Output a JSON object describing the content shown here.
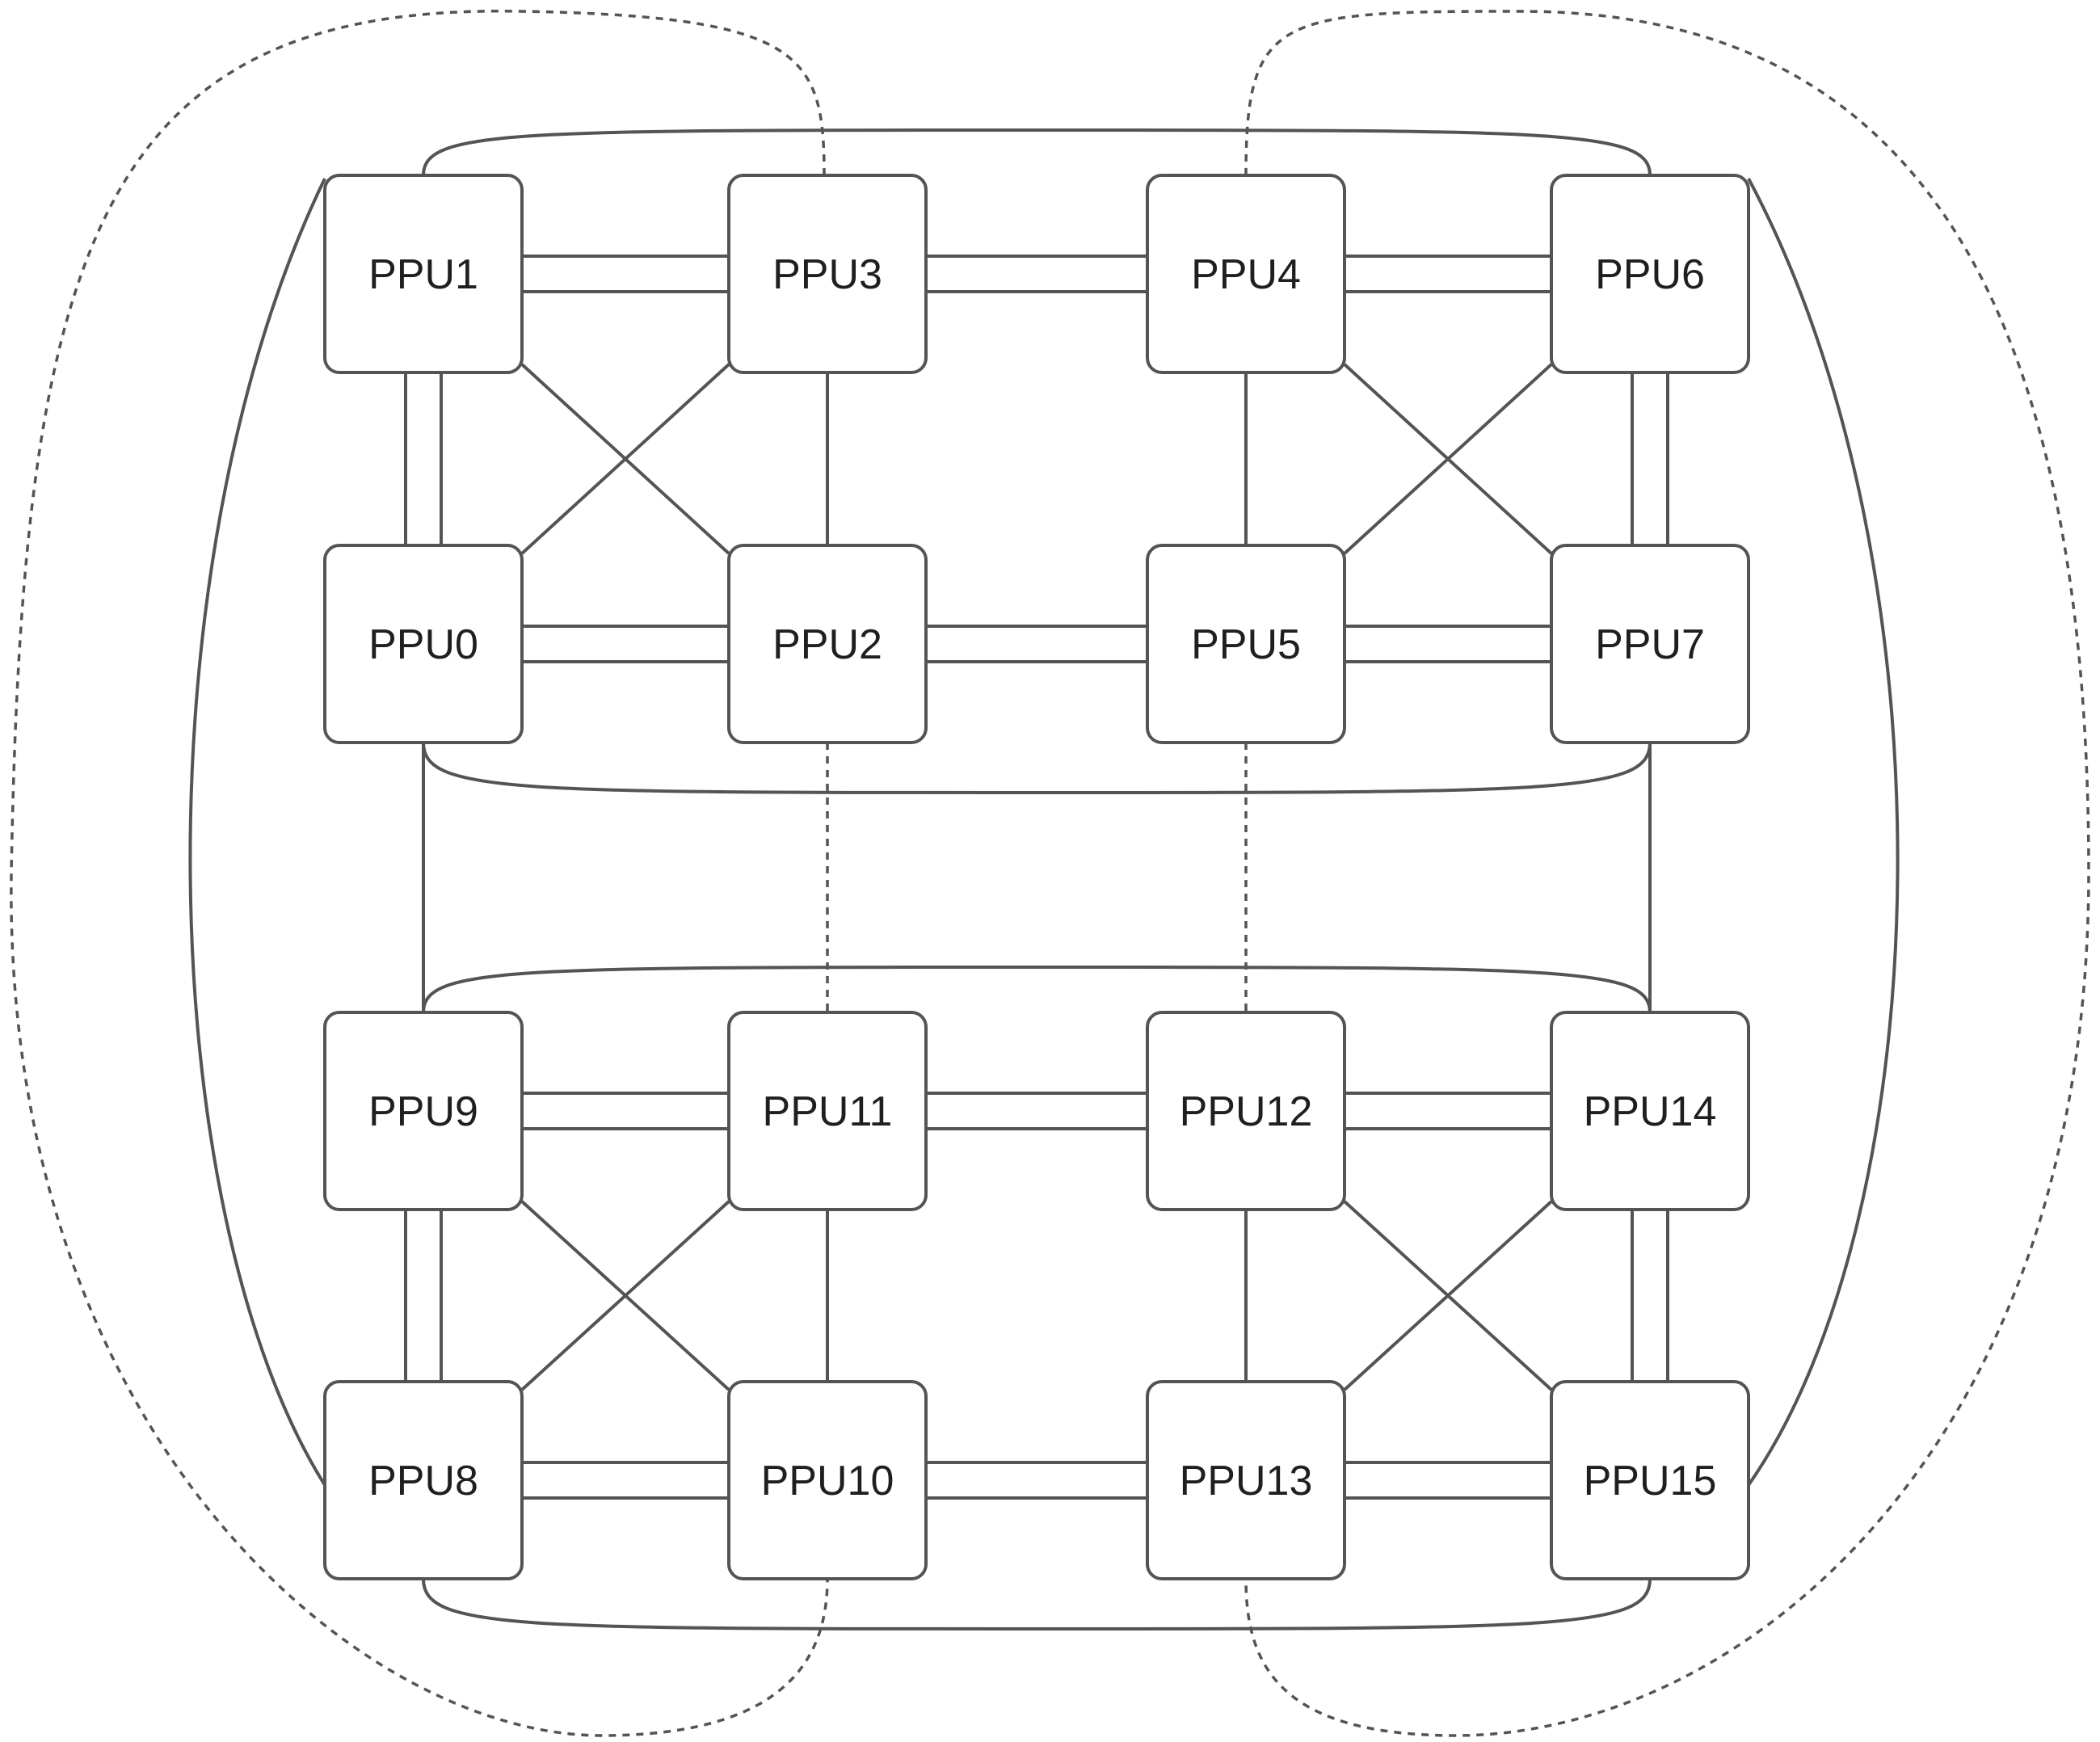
{
  "diagram": {
    "title": "",
    "colors": {
      "stroke": "#545454",
      "box_fill": "#ffffff",
      "text": "#1f1f1f"
    },
    "nodes": [
      {
        "id": "PPU0",
        "label": "PPU0"
      },
      {
        "id": "PPU1",
        "label": "PPU1"
      },
      {
        "id": "PPU2",
        "label": "PPU2"
      },
      {
        "id": "PPU3",
        "label": "PPU3"
      },
      {
        "id": "PPU4",
        "label": "PPU4"
      },
      {
        "id": "PPU5",
        "label": "PPU5"
      },
      {
        "id": "PPU6",
        "label": "PPU6"
      },
      {
        "id": "PPU7",
        "label": "PPU7"
      },
      {
        "id": "PPU8",
        "label": "PPU8"
      },
      {
        "id": "PPU9",
        "label": "PPU9"
      },
      {
        "id": "PPU10",
        "label": "PPU10"
      },
      {
        "id": "PPU11",
        "label": "PPU11"
      },
      {
        "id": "PPU12",
        "label": "PPU12"
      },
      {
        "id": "PPU13",
        "label": "PPU13"
      },
      {
        "id": "PPU14",
        "label": "PPU14"
      },
      {
        "id": "PPU15",
        "label": "PPU15"
      }
    ],
    "links": [
      {
        "from": "PPU1",
        "to": "PPU3",
        "count": 2,
        "style": "solid"
      },
      {
        "from": "PPU3",
        "to": "PPU4",
        "count": 2,
        "style": "solid"
      },
      {
        "from": "PPU4",
        "to": "PPU6",
        "count": 2,
        "style": "solid"
      },
      {
        "from": "PPU0",
        "to": "PPU2",
        "count": 2,
        "style": "solid"
      },
      {
        "from": "PPU2",
        "to": "PPU5",
        "count": 2,
        "style": "solid"
      },
      {
        "from": "PPU5",
        "to": "PPU7",
        "count": 2,
        "style": "solid"
      },
      {
        "from": "PPU1",
        "to": "PPU0",
        "count": 2,
        "style": "solid"
      },
      {
        "from": "PPU6",
        "to": "PPU7",
        "count": 2,
        "style": "solid"
      },
      {
        "from": "PPU3",
        "to": "PPU2",
        "count": 1,
        "style": "solid"
      },
      {
        "from": "PPU4",
        "to": "PPU5",
        "count": 1,
        "style": "solid"
      },
      {
        "from": "PPU1",
        "to": "PPU2",
        "count": 1,
        "style": "solid"
      },
      {
        "from": "PPU3",
        "to": "PPU0",
        "count": 1,
        "style": "solid"
      },
      {
        "from": "PPU4",
        "to": "PPU7",
        "count": 1,
        "style": "solid"
      },
      {
        "from": "PPU6",
        "to": "PPU5",
        "count": 1,
        "style": "solid"
      },
      {
        "from": "PPU1",
        "to": "PPU6",
        "count": 1,
        "style": "solid"
      },
      {
        "from": "PPU0",
        "to": "PPU7",
        "count": 1,
        "style": "solid"
      },
      {
        "from": "PPU9",
        "to": "PPU11",
        "count": 2,
        "style": "solid"
      },
      {
        "from": "PPU11",
        "to": "PPU12",
        "count": 2,
        "style": "solid"
      },
      {
        "from": "PPU12",
        "to": "PPU14",
        "count": 2,
        "style": "solid"
      },
      {
        "from": "PPU8",
        "to": "PPU10",
        "count": 2,
        "style": "solid"
      },
      {
        "from": "PPU10",
        "to": "PPU13",
        "count": 2,
        "style": "solid"
      },
      {
        "from": "PPU13",
        "to": "PPU15",
        "count": 2,
        "style": "solid"
      },
      {
        "from": "PPU9",
        "to": "PPU8",
        "count": 2,
        "style": "solid"
      },
      {
        "from": "PPU14",
        "to": "PPU15",
        "count": 2,
        "style": "solid"
      },
      {
        "from": "PPU11",
        "to": "PPU10",
        "count": 1,
        "style": "solid"
      },
      {
        "from": "PPU12",
        "to": "PPU13",
        "count": 1,
        "style": "solid"
      },
      {
        "from": "PPU9",
        "to": "PPU10",
        "count": 1,
        "style": "solid"
      },
      {
        "from": "PPU11",
        "to": "PPU8",
        "count": 1,
        "style": "solid"
      },
      {
        "from": "PPU12",
        "to": "PPU15",
        "count": 1,
        "style": "solid"
      },
      {
        "from": "PPU14",
        "to": "PPU13",
        "count": 1,
        "style": "solid"
      },
      {
        "from": "PPU9",
        "to": "PPU14",
        "count": 1,
        "style": "solid"
      },
      {
        "from": "PPU8",
        "to": "PPU15",
        "count": 1,
        "style": "solid"
      },
      {
        "from": "PPU1",
        "to": "PPU8",
        "count": 1,
        "style": "solid"
      },
      {
        "from": "PPU0",
        "to": "PPU9",
        "count": 1,
        "style": "solid"
      },
      {
        "from": "PPU6",
        "to": "PPU15",
        "count": 1,
        "style": "solid"
      },
      {
        "from": "PPU7",
        "to": "PPU14",
        "count": 1,
        "style": "solid"
      },
      {
        "from": "PPU2",
        "to": "PPU11",
        "count": 1,
        "style": "dashed"
      },
      {
        "from": "PPU5",
        "to": "PPU12",
        "count": 1,
        "style": "dashed"
      },
      {
        "from": "PPU3",
        "to": "PPU10",
        "count": 1,
        "style": "dashed"
      },
      {
        "from": "PPU4",
        "to": "PPU13",
        "count": 1,
        "style": "dashed"
      }
    ]
  }
}
